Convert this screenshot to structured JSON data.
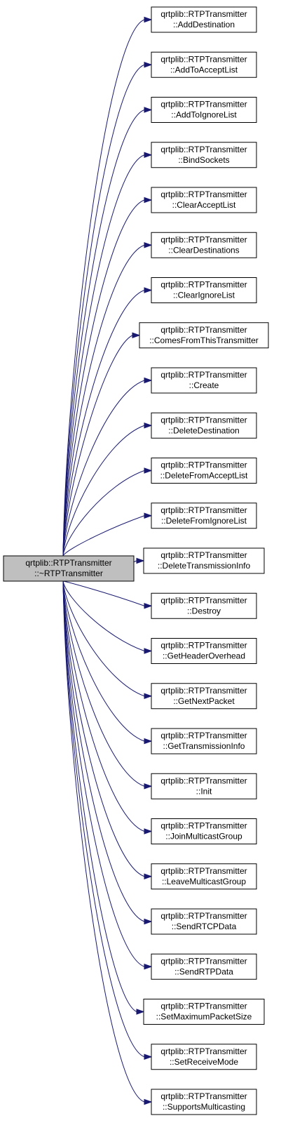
{
  "colors": {
    "background": "#ffffff",
    "source_fill": "#bfbfbf",
    "target_fill": "#ffffff",
    "node_border": "#000000",
    "edge": "#191970"
  },
  "source": {
    "line1": "qrtplib::RTPTransmitter",
    "line2": "::~RTPTransmitter"
  },
  "targets": [
    {
      "line1": "qrtplib::RTPTransmitter",
      "line2": "::AddDestination"
    },
    {
      "line1": "qrtplib::RTPTransmitter",
      "line2": "::AddToAcceptList"
    },
    {
      "line1": "qrtplib::RTPTransmitter",
      "line2": "::AddToIgnoreList"
    },
    {
      "line1": "qrtplib::RTPTransmitter",
      "line2": "::BindSockets"
    },
    {
      "line1": "qrtplib::RTPTransmitter",
      "line2": "::ClearAcceptList"
    },
    {
      "line1": "qrtplib::RTPTransmitter",
      "line2": "::ClearDestinations"
    },
    {
      "line1": "qrtplib::RTPTransmitter",
      "line2": "::ClearIgnoreList"
    },
    {
      "line1": "qrtplib::RTPTransmitter",
      "line2": "::ComesFromThisTransmitter"
    },
    {
      "line1": "qrtplib::RTPTransmitter",
      "line2": "::Create"
    },
    {
      "line1": "qrtplib::RTPTransmitter",
      "line2": "::DeleteDestination"
    },
    {
      "line1": "qrtplib::RTPTransmitter",
      "line2": "::DeleteFromAcceptList"
    },
    {
      "line1": "qrtplib::RTPTransmitter",
      "line2": "::DeleteFromIgnoreList"
    },
    {
      "line1": "qrtplib::RTPTransmitter",
      "line2": "::DeleteTransmissionInfo"
    },
    {
      "line1": "qrtplib::RTPTransmitter",
      "line2": "::Destroy"
    },
    {
      "line1": "qrtplib::RTPTransmitter",
      "line2": "::GetHeaderOverhead"
    },
    {
      "line1": "qrtplib::RTPTransmitter",
      "line2": "::GetNextPacket"
    },
    {
      "line1": "qrtplib::RTPTransmitter",
      "line2": "::GetTransmissionInfo"
    },
    {
      "line1": "qrtplib::RTPTransmitter",
      "line2": "::Init"
    },
    {
      "line1": "qrtplib::RTPTransmitter",
      "line2": "::JoinMulticastGroup"
    },
    {
      "line1": "qrtplib::RTPTransmitter",
      "line2": "::LeaveMulticastGroup"
    },
    {
      "line1": "qrtplib::RTPTransmitter",
      "line2": "::SendRTCPData"
    },
    {
      "line1": "qrtplib::RTPTransmitter",
      "line2": "::SendRTPData"
    },
    {
      "line1": "qrtplib::RTPTransmitter",
      "line2": "::SetMaximumPacketSize"
    },
    {
      "line1": "qrtplib::RTPTransmitter",
      "line2": "::SetReceiveMode"
    },
    {
      "line1": "qrtplib::RTPTransmitter",
      "line2": "::SupportsMulticasting"
    }
  ]
}
